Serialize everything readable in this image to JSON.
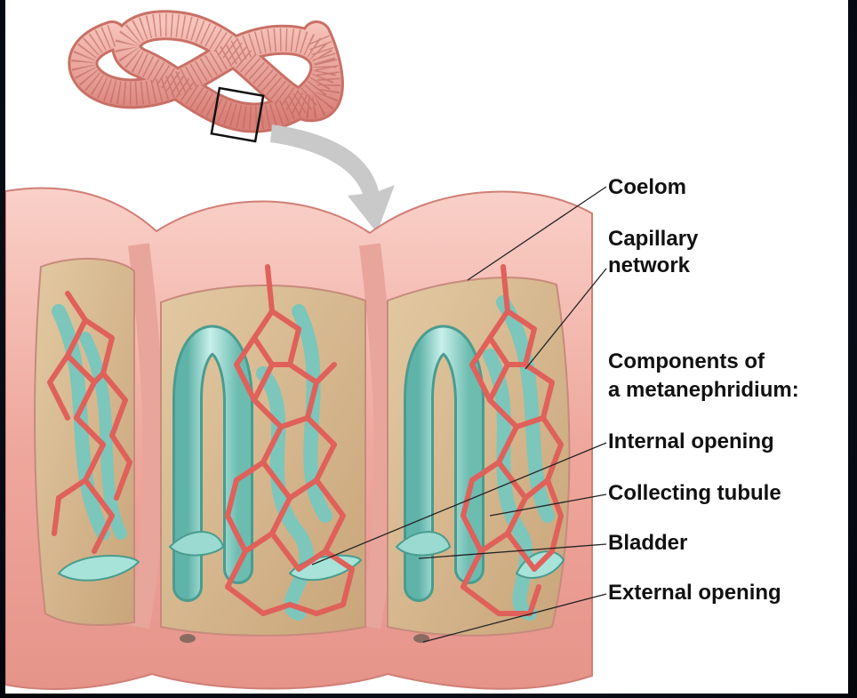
{
  "labels": {
    "coelom": "Coelom",
    "capillary_line1": "Capillary",
    "capillary_line2": "network",
    "components_line1": "Components of",
    "components_line2": "a metanephridium:",
    "internal_opening": "Internal opening",
    "collecting_tubule": "Collecting tubule",
    "bladder": "Bladder",
    "external_opening": "External opening"
  },
  "colors": {
    "body_wall": "#f2b3a8",
    "coelom": "#d8b98c",
    "tubule": "#8fd3c8",
    "capillary": "#e0605a",
    "arrow": "#c9c9c9"
  }
}
